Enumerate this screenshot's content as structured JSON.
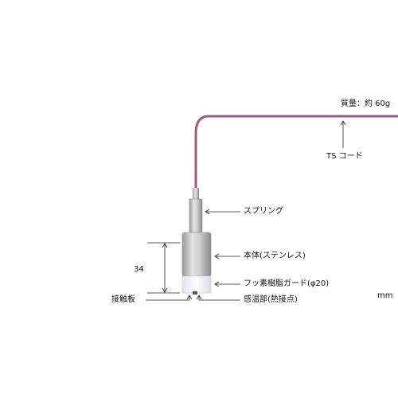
{
  "labels": {
    "mass": "質量：約 60g",
    "cord": "TS コード",
    "spring": "スプリング",
    "body": "本体(ステンレス)",
    "guard": "フッ素樹脂ガード(φ20)",
    "sensing": "感温部(熱接点)",
    "contact_plate": "接触板",
    "dimension": "34",
    "unit": "mm"
  },
  "colors": {
    "cord": "#9a5c86",
    "steel_light": "#d9d9d9",
    "steel_dark": "#8c8c8c",
    "guard": "#f3f3fb",
    "line": "#222222"
  }
}
